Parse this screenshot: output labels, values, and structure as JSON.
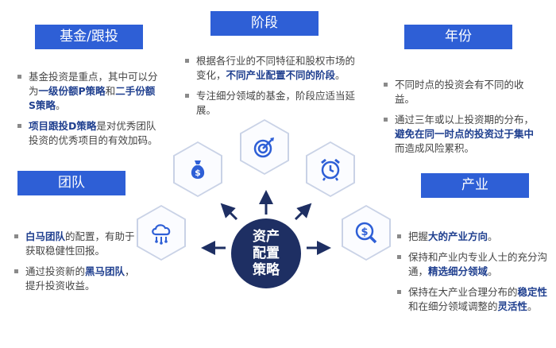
{
  "center": {
    "label": "资产配置策略"
  },
  "tags": {
    "fund": "基金/跟投",
    "stage": "阶段",
    "year": "年份",
    "team": "团队",
    "industry": "产业"
  },
  "fund": {
    "items": [
      [
        {
          "t": "基金投资是重点，其中可以分为"
        },
        {
          "t": "一级份额P策略",
          "h": true
        },
        {
          "t": "和"
        },
        {
          "t": "二手份额S策略",
          "h": true
        },
        {
          "t": "。"
        }
      ],
      [
        {
          "t": "项目跟投D策略",
          "h": true
        },
        {
          "t": "是对优秀团队投资的优秀项目的有效加码。"
        }
      ]
    ]
  },
  "stage": {
    "items": [
      [
        {
          "t": "根据各行业的不同特征和股权市场的变化，"
        },
        {
          "t": "不同产业配置不同的阶段",
          "h": true
        },
        {
          "t": "。"
        }
      ],
      [
        {
          "t": "专注细分领域的基金，阶段应适当延展。"
        }
      ]
    ]
  },
  "year": {
    "items": [
      [
        {
          "t": "不同时点的投资会有不同的收益。"
        }
      ],
      [
        {
          "t": "通过三年或以上投资期的分布，"
        },
        {
          "t": "避免在同一时点的投资过于集中",
          "h": true
        },
        {
          "t": "而造成风险累积。"
        }
      ]
    ]
  },
  "team": {
    "items": [
      [
        {
          "t": "白马团队",
          "h": true
        },
        {
          "t": "的配置，有助于获取稳健性回报。"
        }
      ],
      [
        {
          "t": "通过投资新的"
        },
        {
          "t": "黑马团队",
          "h": true
        },
        {
          "t": "，提升投资收益。"
        }
      ]
    ]
  },
  "industry": {
    "items": [
      [
        {
          "t": "把握"
        },
        {
          "t": "大的产业方向",
          "h": true
        },
        {
          "t": "。"
        }
      ],
      [
        {
          "t": "保持和产业内专业人士的充分沟通，"
        },
        {
          "t": "精选细分领域",
          "h": true
        },
        {
          "t": "。"
        }
      ],
      [
        {
          "t": "保持在大产业合理分布的"
        },
        {
          "t": "稳定性",
          "h": true
        },
        {
          "t": "和在细分领域调整的"
        },
        {
          "t": "灵活性",
          "h": true
        },
        {
          "t": "。"
        }
      ]
    ]
  },
  "icons": [
    "money-bag-icon",
    "target-icon",
    "alarm-clock-icon",
    "cloud-network-icon",
    "dollar-search-icon"
  ],
  "colors": {
    "accent": "#2e5fd6",
    "highlight": "#1f3f8f",
    "center": "#1e2f63",
    "icon": "#2e5fd6"
  }
}
